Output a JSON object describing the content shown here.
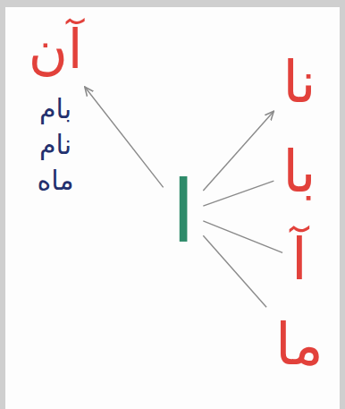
{
  "diagram": {
    "nodes": [
      {
        "text": [
          "ا"
        ]
      },
      {
        "text": [
          "نا"
        ]
      },
      {
        "text": [
          "با"
        ]
      },
      {
        "text": [
          "آ"
        ]
      },
      {
        "text": [
          "ما"
        ]
      },
      {
        "text": [
          "آن"
        ]
      }
    ],
    "edges": [
      {
        "from": 0,
        "to": 1,
        "arrow": "to"
      },
      {
        "from": 0,
        "to": 2,
        "arrow": "none"
      },
      {
        "from": 0,
        "to": 3,
        "arrow": "none"
      },
      {
        "from": 0,
        "to": 4,
        "arrow": "none"
      },
      {
        "from": 0,
        "to": 5,
        "arrow": "to"
      }
    ],
    "labels": [
      "بام",
      "نام",
      "ماه"
    ]
  }
}
